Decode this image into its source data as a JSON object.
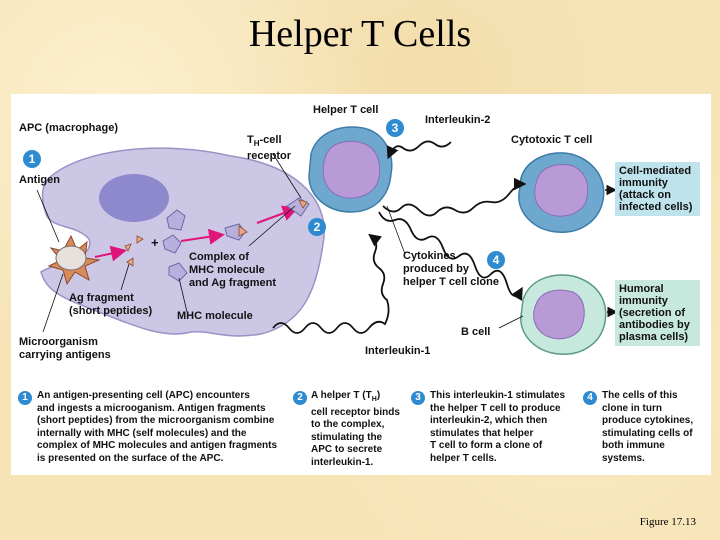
{
  "slide": {
    "title": "Helper T Cells",
    "figure_caption": "Figure 17.13"
  },
  "diagram": {
    "labels": {
      "apc": "APC (macrophage)",
      "antigen": "Antigen",
      "microorganism": "Microorganism\ncarrying antigens",
      "ag_fragment": "Ag fragment\n(short peptides)",
      "mhc_molecule": "MHC molecule",
      "complex": "Complex of\nMHC molecule\nand Ag fragment",
      "th_receptor_a": "T",
      "th_receptor_sub": "H",
      "th_receptor_b": "-cell\nreceptor",
      "helper_t_cell": "Helper T cell",
      "interleukin2": "Interleukin-2",
      "cytotoxic_t_cell": "Cytotoxic T cell",
      "cytokines": "Cytokines\nproduced by\nhelper T cell clone",
      "b_cell": "B cell",
      "interleukin1": "Interleukin-1",
      "plus": "+"
    },
    "outcome_boxes": {
      "cell_mediated": "Cell-mediated\nimmunity\n(attack on\ninfected cells)",
      "humoral": "Humoral\nimmunity\n(secretion of\nantibodies by\nplasma cells)"
    },
    "badges": [
      "1",
      "2",
      "3",
      "4"
    ],
    "colors": {
      "apc_fill": "#cdc7e6",
      "apc_nucleus": "#8e88cc",
      "t_cell_outer": "#6fa8cf",
      "t_cell_inner": "#b79ad6",
      "arrow_pink": "#e0157a",
      "badge_blue": "#2e8bd1",
      "cell_mediated_box": "#bfe3ec",
      "humoral_box": "#c7e8dc"
    }
  },
  "steps": [
    {
      "number": "1",
      "text": "An antigen-presenting cell (APC) encounters\nand ingests a microoganism. Antigen fragments\n(short peptides) from the microorganism combine\ninternally with MHC (self molecules) and the\ncomplex of MHC molecules and antigen fragments\nis presented on the surface of the  APC."
    },
    {
      "number": "2",
      "text_a": "A helper T (T",
      "text_sub": "H",
      "text_b": ")\ncell receptor binds\nto the complex,\nstimulating the\nAPC to secrete\ninterleukin-1."
    },
    {
      "number": "3",
      "text": "This interleukin-1 stimulates\nthe helper T cell to produce\ninterleukin-2, which then\nstimulates that helper\nT cell to form a clone of\nhelper T cells."
    },
    {
      "number": "4",
      "text": "The cells of this\nclone in turn\nproduce cytokines,\nstimulating cells of\nboth immune\nsystems."
    }
  ]
}
